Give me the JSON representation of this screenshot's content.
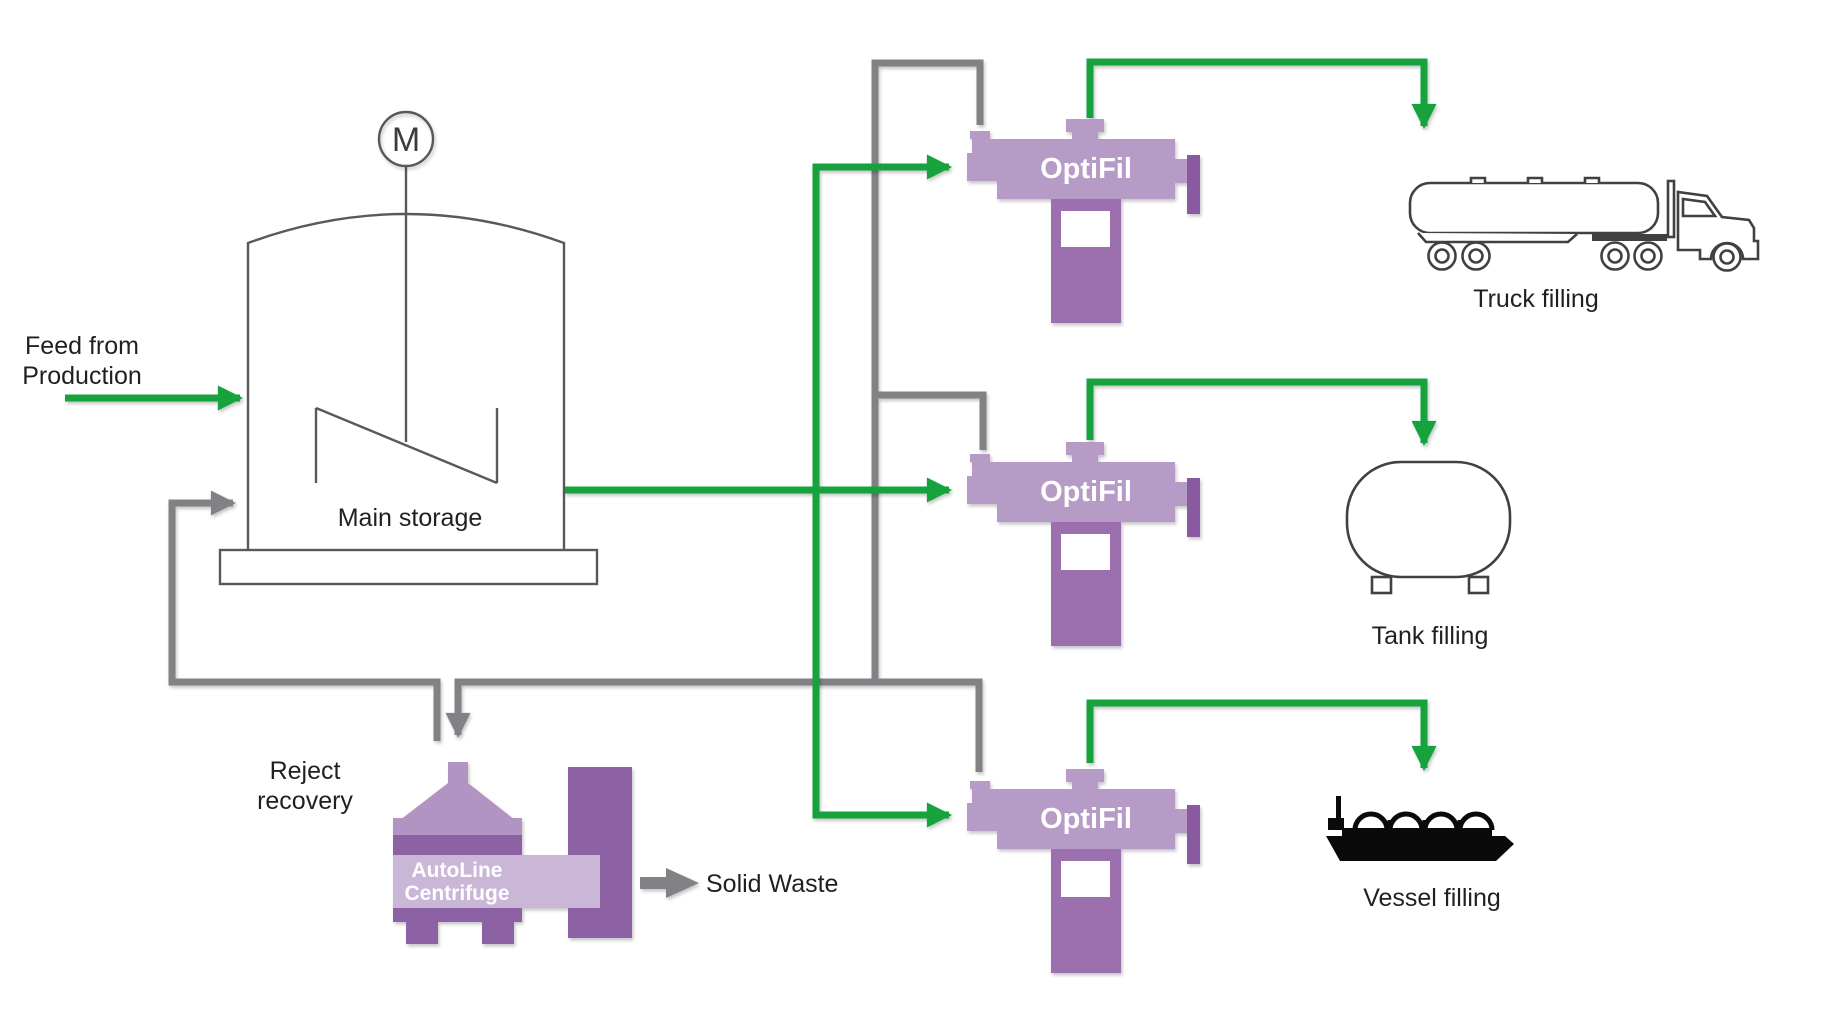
{
  "labels": {
    "feed": {
      "line1": "Feed from",
      "line2": "Production"
    },
    "main_storage": "Main storage",
    "motor": "M",
    "reject": {
      "line1": "Reject",
      "line2": "recovery"
    },
    "solid_waste": "Solid Waste",
    "destinations": [
      {
        "label": "Truck filling"
      },
      {
        "label": "Tank filling"
      },
      {
        "label": "Vessel filling"
      }
    ]
  },
  "equipment": {
    "optifil_units": [
      {
        "label": "OptiFil"
      },
      {
        "label": "OptiFil"
      },
      {
        "label": "OptiFil"
      }
    ],
    "centrifuge": {
      "line1": "AutoLine",
      "line2": "Centrifuge"
    }
  },
  "colors": {
    "flow-green": "#12a23c",
    "line-gray": "#818285",
    "outline-dark": "#414042",
    "text-dark": "#231f20",
    "optifil-body": "#b59bc5",
    "optifil-pedestal": "#9c6fae",
    "optifil-flange": "#8a5aa0",
    "centrifuge-funnel": "#b294c3",
    "centrifuge-dark": "#8d62a4",
    "centrifuge-band": "#cab7d8",
    "vessel-black": "#0a0a0a"
  }
}
